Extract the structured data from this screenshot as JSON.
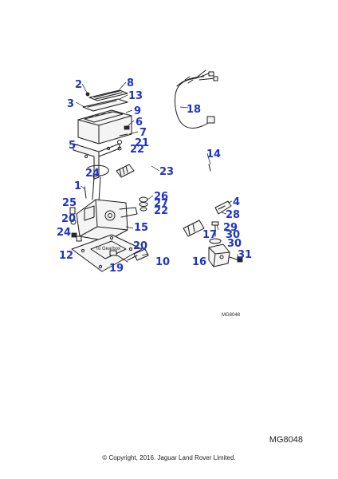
{
  "diagram": {
    "callouts": [
      {
        "id": "c2",
        "text": "2"
      },
      {
        "id": "c8",
        "text": "8"
      },
      {
        "id": "c13",
        "text": "13"
      },
      {
        "id": "c3",
        "text": "3"
      },
      {
        "id": "c9",
        "text": "9"
      },
      {
        "id": "c6",
        "text": "6"
      },
      {
        "id": "c7",
        "text": "7"
      },
      {
        "id": "c21",
        "text": "21"
      },
      {
        "id": "c5",
        "text": "5"
      },
      {
        "id": "c22a",
        "text": "22"
      },
      {
        "id": "c18",
        "text": "18"
      },
      {
        "id": "c14",
        "text": "14"
      },
      {
        "id": "c23",
        "text": "23"
      },
      {
        "id": "c24a",
        "text": "24"
      },
      {
        "id": "c1",
        "text": "1"
      },
      {
        "id": "c26",
        "text": "26"
      },
      {
        "id": "c27",
        "text": "27"
      },
      {
        "id": "c22b",
        "text": "22"
      },
      {
        "id": "c4",
        "text": "4"
      },
      {
        "id": "c25",
        "text": "25"
      },
      {
        "id": "c28",
        "text": "28"
      },
      {
        "id": "c20a",
        "text": "20"
      },
      {
        "id": "c15",
        "text": "15"
      },
      {
        "id": "c29",
        "text": "29"
      },
      {
        "id": "c24b",
        "text": "24"
      },
      {
        "id": "c17",
        "text": "17"
      },
      {
        "id": "c30a",
        "text": "30"
      },
      {
        "id": "c30b",
        "text": "30"
      },
      {
        "id": "c12",
        "text": "12"
      },
      {
        "id": "c20b",
        "text": "20"
      },
      {
        "id": "c31",
        "text": "31"
      },
      {
        "id": "c19",
        "text": "19"
      },
      {
        "id": "c10",
        "text": "10"
      },
      {
        "id": "c16",
        "text": "16"
      }
    ],
    "plate_label": "To Gearbox",
    "figure_code": "MG8048"
  },
  "footer": {
    "figure_code": "MG8048",
    "copyright": "© Copyright, 2016. Jaguar Land Rover Limited."
  },
  "colors": {
    "callout": "#1f33c8",
    "linework": "#1a1a1a",
    "background": "#ffffff"
  }
}
